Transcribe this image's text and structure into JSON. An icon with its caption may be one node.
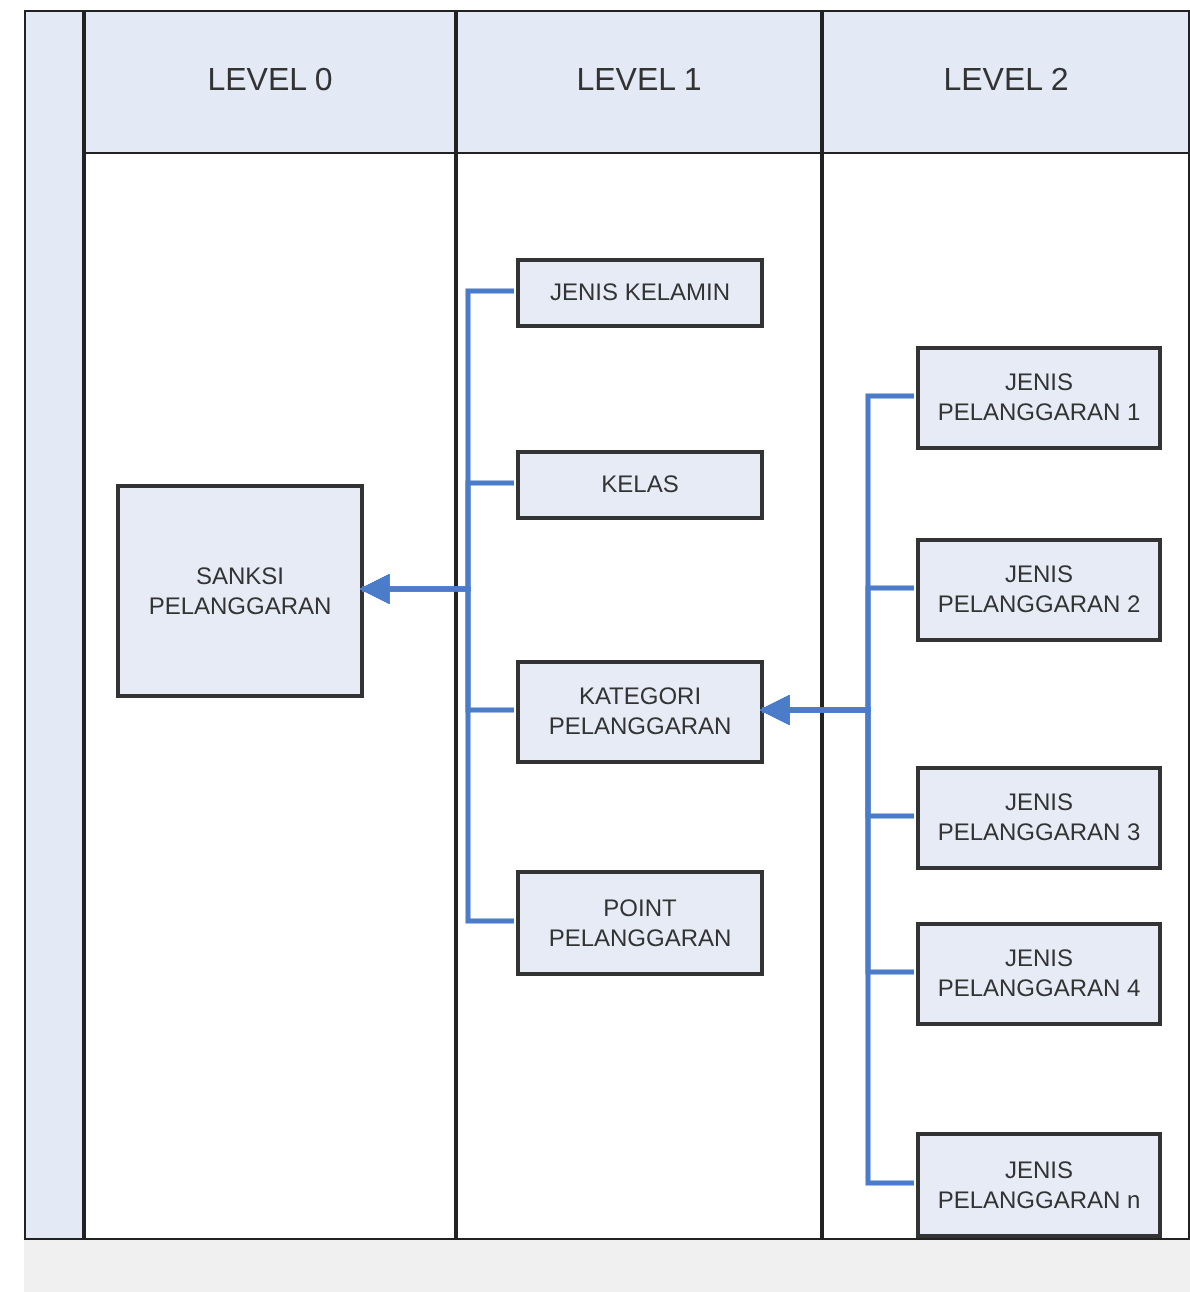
{
  "diagram": {
    "nodes": [
      {
        "text": [
          "LEVEL 0"
        ]
      },
      {
        "text": [
          "LEVEL 1"
        ]
      },
      {
        "text": [
          "LEVEL 2"
        ]
      },
      {
        "text": [
          "SANKSI PELANGGARAN"
        ],
        "in": 0
      },
      {
        "text": [
          "JENIS KELAMIN"
        ],
        "in": 1
      },
      {
        "text": [
          "KELAS"
        ],
        "in": 1
      },
      {
        "text": [
          "KATEGORI PELANGGARAN"
        ],
        "in": 1
      },
      {
        "text": [
          "POINT PELANGGARAN"
        ],
        "in": 1
      },
      {
        "text": [
          "JENIS PELANGGARAN 1"
        ],
        "in": 2
      },
      {
        "text": [
          "JENIS PELANGGARAN 2"
        ],
        "in": 2
      },
      {
        "text": [
          "JENIS PELANGGARAN 3"
        ],
        "in": 2
      },
      {
        "text": [
          "JENIS PELANGGARAN 4"
        ],
        "in": 2
      },
      {
        "text": [
          "JENIS PELANGGARAN n"
        ],
        "in": 2
      },
      {
        "text": [],
        "shape": "bar"
      }
    ],
    "edges": [
      {
        "from": 4,
        "to": 3,
        "arrow": "to"
      },
      {
        "from": 5,
        "to": 3,
        "arrow": "to"
      },
      {
        "from": 6,
        "to": 3,
        "arrow": "to"
      },
      {
        "from": 7,
        "to": 3,
        "arrow": "to"
      },
      {
        "from": 8,
        "to": 6,
        "arrow": "to"
      },
      {
        "from": 9,
        "to": 6,
        "arrow": "to"
      },
      {
        "from": 10,
        "to": 6,
        "arrow": "to"
      },
      {
        "from": 11,
        "to": 6,
        "arrow": "to"
      },
      {
        "from": 12,
        "to": 6,
        "arrow": "to"
      }
    ]
  }
}
